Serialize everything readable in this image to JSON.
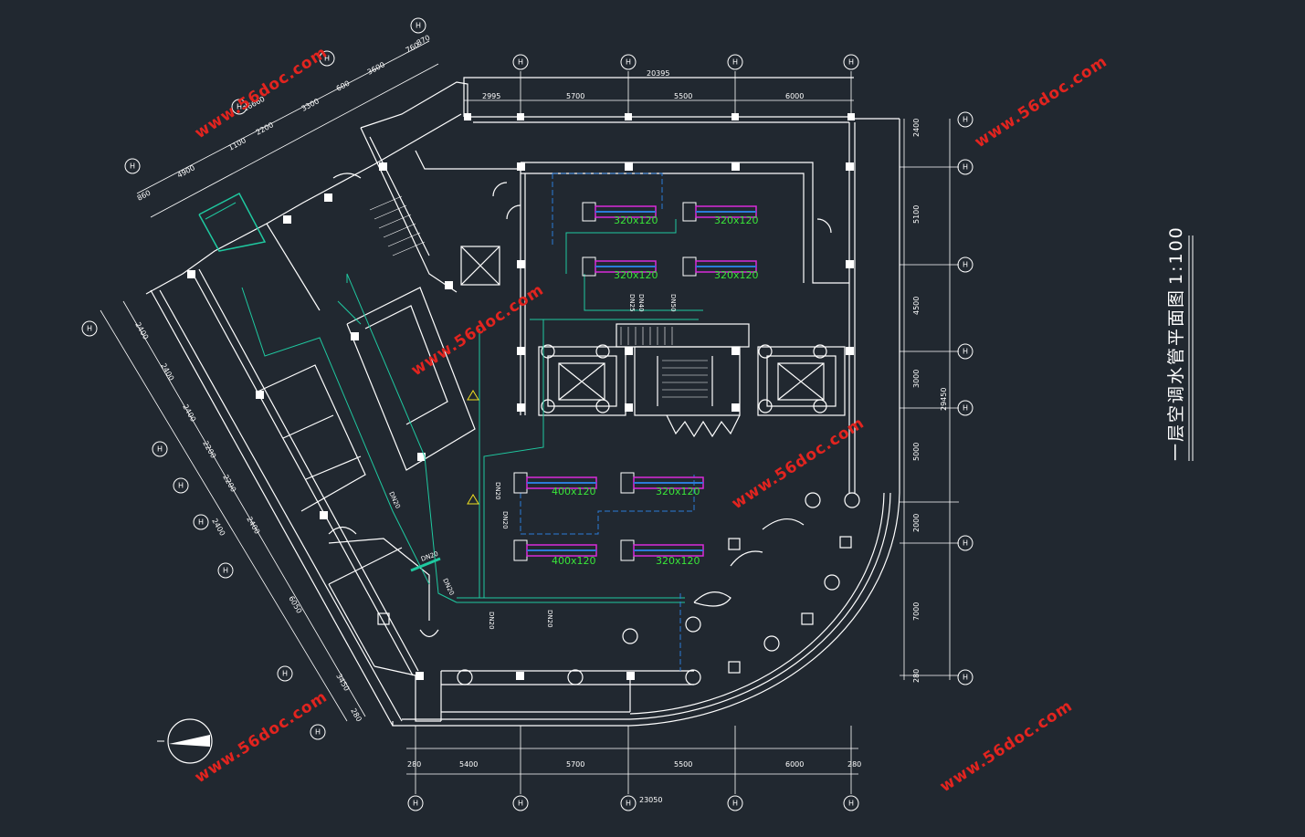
{
  "drawing": {
    "title": "一层空调水管平面图",
    "scale": "1:100",
    "watermark": "www.56doc.com"
  },
  "dimensions": {
    "top": [
      "2995",
      "5700",
      "5500",
      "6000"
    ],
    "top_total": "20395",
    "bottom": [
      "280",
      "5400",
      "5700",
      "5500",
      "6000",
      "280"
    ],
    "bottom_total": "23050",
    "right": [
      "2400",
      "5100",
      "4500",
      "3000",
      "5000",
      "2000",
      "7000",
      "280"
    ],
    "right_total": "29450",
    "diag_top": [
      "860",
      "4900",
      "1100",
      "2200",
      "3300",
      "600",
      "3600",
      "760",
      "870"
    ],
    "diag_top_total": "16660",
    "diag_left": [
      "2400",
      "2400",
      "2400",
      "2200",
      "2200",
      "2400",
      "2400",
      "6050",
      "3450",
      "280"
    ]
  },
  "axis_bubbles": {
    "top": [
      "H",
      "H",
      "H",
      "H"
    ],
    "bottom": [
      "H",
      "H",
      "H",
      "H",
      "H"
    ],
    "right": [
      "H",
      "H",
      "H",
      "H",
      "H",
      "H",
      "H"
    ],
    "diag_top": [
      "H",
      "H",
      "H",
      "H"
    ],
    "diag_left": [
      "H",
      "H",
      "H",
      "H",
      "H",
      "H",
      "H"
    ]
  },
  "duct_labels": [
    "320x120",
    "320x120",
    "320x120",
    "320x120",
    "400x120",
    "320x120",
    "400x120",
    "320x120"
  ],
  "pipe_labels": [
    "DN25",
    "DN40",
    "DN50",
    "DN20",
    "DN20",
    "DN20",
    "DN20",
    "DN20",
    "DN20",
    "DN20"
  ],
  "colors": {
    "background": "#212830",
    "wall": "#ffffff",
    "pipe": "#1fc9a0",
    "duct": "#d92bd9",
    "duct_label": "#39e639",
    "blue_pipe": "#2b7bd9",
    "watermark": "#e2241f"
  }
}
